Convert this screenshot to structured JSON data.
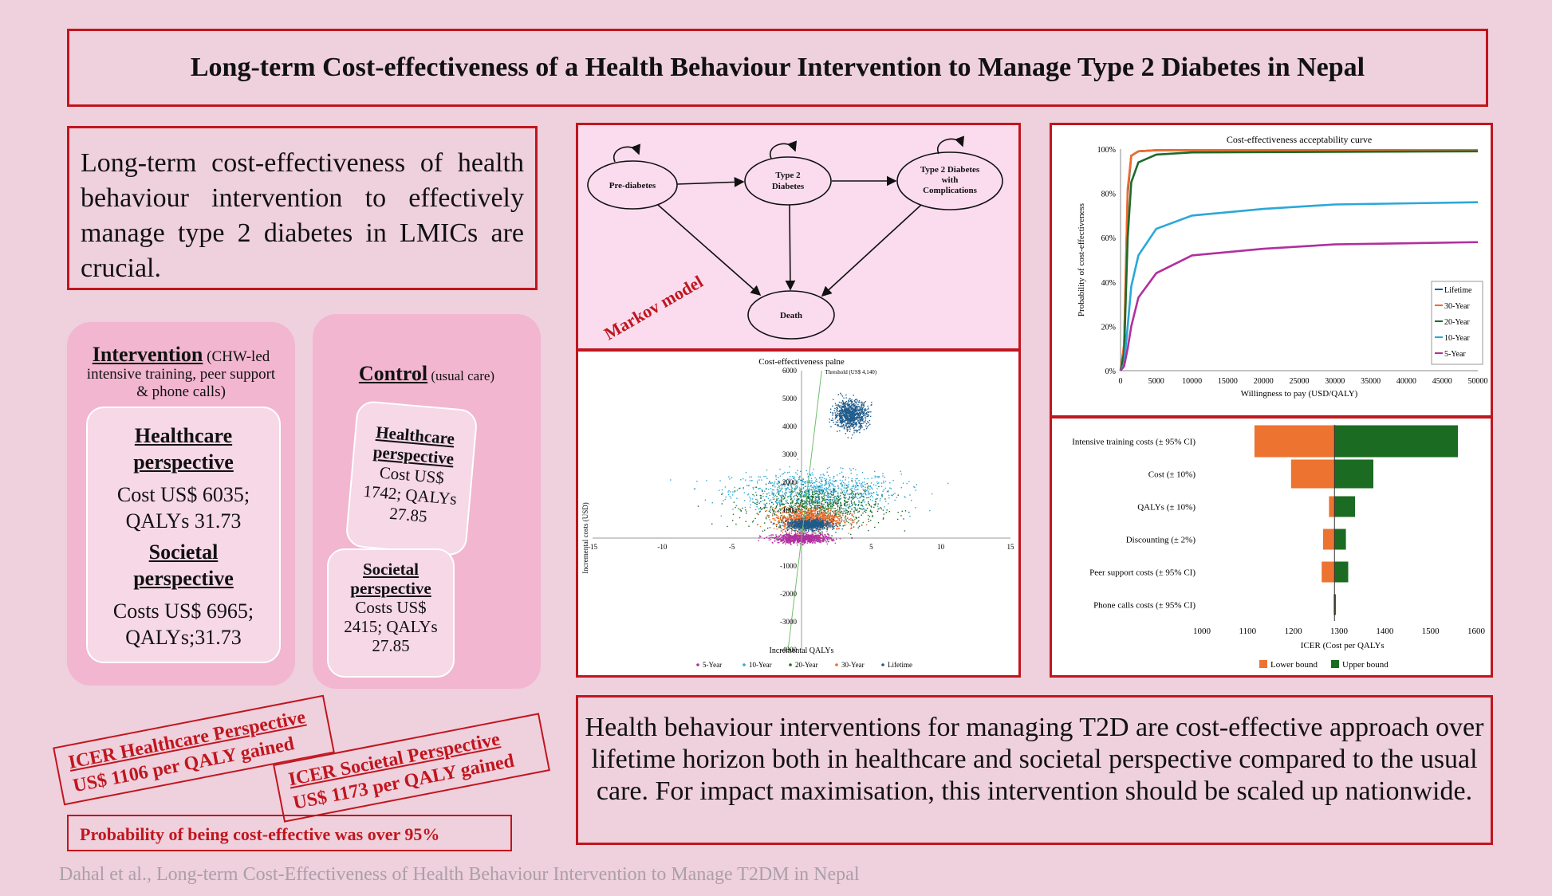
{
  "title": "Long-term Cost-effectiveness of a Health Behaviour Intervention to Manage Type 2 Diabetes in Nepal",
  "intro": "Long-term cost-effectiveness of health behaviour intervention to effectively manage type 2 diabetes in LMICs are crucial.",
  "intervention": {
    "heading": "Intervention",
    "note_1": "(CHW-led",
    "note_2": "intensive training, peer support",
    "note_3": "& phone calls)",
    "healthcare_head_1": "Healthcare",
    "healthcare_head_2": "perspective",
    "healthcare_val_1": "Cost US$ 6035;",
    "healthcare_val_2": "QALYs 31.73",
    "societal_head_1": "Societal",
    "societal_head_2": "perspective",
    "societal_val_1": "Costs US$ 6965;",
    "societal_val_2": "QALYs;31.73"
  },
  "control": {
    "heading": "Control",
    "note": "(usual care)",
    "healthcare_head_1": "Healthcare",
    "healthcare_head_2": "perspective",
    "healthcare_val_1": "Cost US$",
    "healthcare_val_2": "1742; QALYs",
    "healthcare_val_3": "27.85",
    "societal_head_1": "Societal",
    "societal_head_2": "perspective",
    "societal_val_1": "Costs US$",
    "societal_val_2": "2415; QALYs",
    "societal_val_3": "27.85"
  },
  "icer_healthcare": {
    "line1": "ICER Healthcare Perspective",
    "line2": "US$ 1106 per QALY gained"
  },
  "icer_societal": {
    "line1": "ICER Societal Perspective",
    "line2": "US$ 1173 per QALY gained"
  },
  "probability_note": "Probability of being cost-effective was over 95%",
  "conclusion": "Health behaviour interventions for managing T2D are cost-effective approach over lifetime horizon both in healthcare and societal perspective compared to the usual care. For impact maximisation, this intervention should be scaled up nationwide.",
  "citation": "Dahal et al., Long-term Cost-Effectiveness of Health Behaviour Intervention to Manage T2DM in Nepal",
  "markov": {
    "label": "Markov model",
    "states": {
      "prediabetes": "Pre-diabetes",
      "t2d_1": "Type 2",
      "t2d_2": "Diabetes",
      "comp_1": "Type 2 Diabetes",
      "comp_2": "with",
      "comp_3": "Complications",
      "death": "Death"
    }
  },
  "colors": {
    "accent_red": "#c0161e",
    "pink_bg": "#efd0dd",
    "pill": "#f2b6d0",
    "s_lifetime": "#1f5b8a",
    "s_30": "#ef6b2c",
    "s_20": "#1e6b2a",
    "s_10": "#2aa8d8",
    "s_5": "#b0309e",
    "lower": "#ec7330",
    "upper": "#1b6b22"
  },
  "chart_data": [
    {
      "type": "line",
      "title": "Cost-effectiveness acceptability curve",
      "xlabel": "Willingness to pay (USD/QALY)",
      "ylabel": "Probability of cost-effectiveness",
      "xlim": [
        0,
        50000
      ],
      "ylim": [
        0,
        100
      ],
      "x_ticks": [
        0,
        5000,
        10000,
        15000,
        20000,
        25000,
        30000,
        35000,
        40000,
        45000,
        50000
      ],
      "y_ticks": [
        "0%",
        "20%",
        "40%",
        "60%",
        "80%",
        "100%"
      ],
      "legend": "right",
      "series": [
        {
          "name": "Lifetime",
          "values": [
            [
              0,
              0
            ],
            [
              500,
              10
            ],
            [
              1000,
              80
            ],
            [
              1500,
              97
            ],
            [
              2500,
              99
            ],
            [
              5000,
              99.5
            ],
            [
              50000,
              99.5
            ]
          ]
        },
        {
          "name": "30-Year",
          "values": [
            [
              0,
              0
            ],
            [
              500,
              12
            ],
            [
              1000,
              82
            ],
            [
              1500,
              97
            ],
            [
              2500,
              99
            ],
            [
              5000,
              99.5
            ],
            [
              50000,
              99.5
            ]
          ]
        },
        {
          "name": "20-Year",
          "values": [
            [
              0,
              0
            ],
            [
              500,
              8
            ],
            [
              1000,
              60
            ],
            [
              1500,
              85
            ],
            [
              2500,
              94
            ],
            [
              5000,
              97.5
            ],
            [
              10000,
              98.5
            ],
            [
              50000,
              99
            ]
          ]
        },
        {
          "name": "10-Year",
          "values": [
            [
              0,
              0
            ],
            [
              500,
              3
            ],
            [
              1000,
              20
            ],
            [
              1500,
              38
            ],
            [
              2500,
              52
            ],
            [
              5000,
              64
            ],
            [
              10000,
              70
            ],
            [
              20000,
              73
            ],
            [
              30000,
              75
            ],
            [
              50000,
              76
            ]
          ]
        },
        {
          "name": "5-Year",
          "values": [
            [
              0,
              0
            ],
            [
              500,
              2
            ],
            [
              1000,
              10
            ],
            [
              1500,
              20
            ],
            [
              2500,
              33
            ],
            [
              5000,
              44
            ],
            [
              10000,
              52
            ],
            [
              20000,
              55
            ],
            [
              30000,
              57
            ],
            [
              50000,
              58
            ]
          ]
        }
      ]
    },
    {
      "type": "scatter",
      "title": "Cost-effectiveness palne",
      "threshold_label": "Threshold (US$ 4,140)",
      "xlabel": "Incremental QALYs",
      "ylabel": "Incremental costs (USD)",
      "xlim": [
        -15,
        15
      ],
      "ylim": [
        -4000,
        6000
      ],
      "x_ticks": [
        "-15",
        "-10",
        "-5",
        "0",
        "5",
        "10",
        "15"
      ],
      "y_ticks": [
        "-4000",
        "-3000",
        "-2000",
        "-1000",
        "1000",
        "2000",
        "3000",
        "4000",
        "5000",
        "6000"
      ],
      "legend": [
        "5-Year",
        "10-Year",
        "20-Year",
        "30-Year",
        "Lifetime"
      ],
      "clouds": [
        {
          "name": "5-Year",
          "cx": 0,
          "cy": 3,
          "sx": 2,
          "sy": 80
        },
        {
          "name": "10-Year",
          "cx": 1,
          "cy": 1700,
          "sx": 6,
          "sy": 350
        },
        {
          "name": "20-Year",
          "cx": 1,
          "cy": 1100,
          "sx": 4.5,
          "sy": 380
        },
        {
          "name": "30-Year",
          "cx": 0.5,
          "cy": 700,
          "sx": 2.5,
          "sy": 200
        },
        {
          "name": "Lifetime",
          "cx": 0.5,
          "cy": 500,
          "sx": 1.5,
          "sy": 90
        },
        {
          "name": "Lifetime",
          "cx": 3.5,
          "cy": 4450,
          "sx": 1.2,
          "sy": 250
        }
      ]
    },
    {
      "type": "bar",
      "orientation": "horizontal",
      "title": "",
      "xlabel": "ICER (Cost per QALYs",
      "xlim": [
        1000,
        1600
      ],
      "x_ticks": [
        1000,
        1100,
        1200,
        1300,
        1400,
        1500,
        1600
      ],
      "base": 1290,
      "categories": [
        "Intensive training costs (± 95% CI)",
        "Cost (± 10%)",
        "QALYs (± 10%)",
        "Discounting (± 2%)",
        "Peer support costs (± 95% CI)",
        "Phone calls costs (± 95% CI)"
      ],
      "series": [
        {
          "name": "Lower bound",
          "values": [
            1115,
            1195,
            1278,
            1265,
            1262,
            1288
          ]
        },
        {
          "name": "Upper bound",
          "values": [
            1560,
            1375,
            1335,
            1315,
            1320,
            1293
          ]
        }
      ]
    }
  ]
}
